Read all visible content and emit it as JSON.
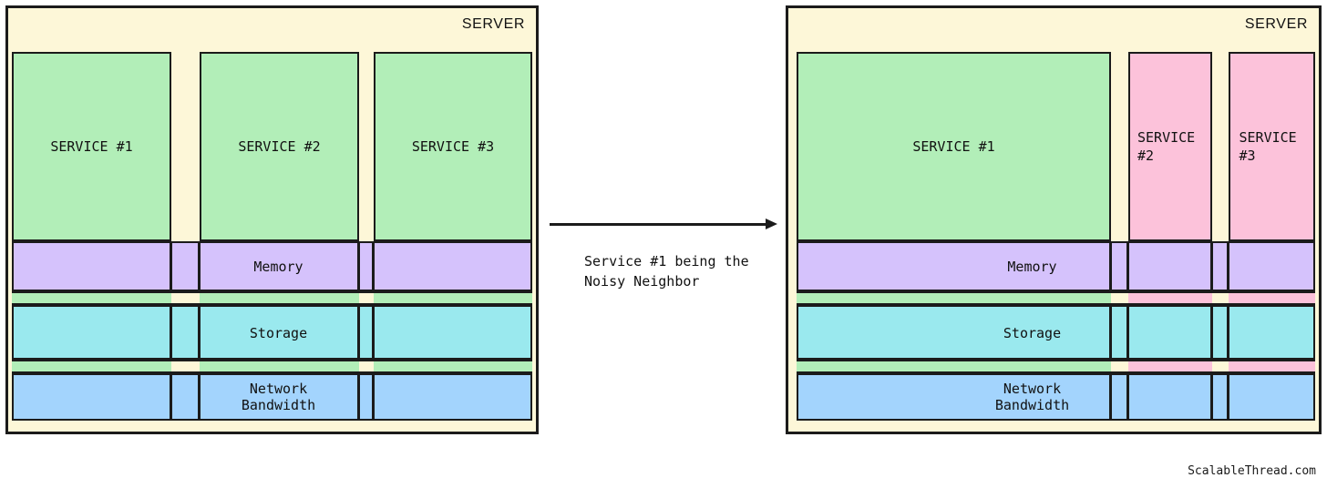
{
  "diagram": {
    "title_left": "SERVER",
    "title_right": "SERVER",
    "watermark": "ScalableThread.com",
    "transition": {
      "caption": "Service #1 being the\nNoisy Neighbor",
      "arrow": "right-arrow"
    },
    "resources": [
      {
        "key": "memory",
        "label": "Memory",
        "color": "#d5c2fc"
      },
      {
        "key": "storage",
        "label": "Storage",
        "color": "#9ae9ee"
      },
      {
        "key": "network",
        "label": "Network\nBandwidth",
        "color": "#a3d4fd"
      }
    ],
    "panels": [
      {
        "id": "before",
        "label": "SERVER",
        "services": [
          {
            "name": "SERVICE #1",
            "color": "#b2eeb8",
            "state": "normal",
            "share": "equal"
          },
          {
            "name": "SERVICE #2",
            "color": "#b2eeb8",
            "state": "normal",
            "share": "equal"
          },
          {
            "name": "SERVICE #3",
            "color": "#b2eeb8",
            "state": "normal",
            "share": "equal"
          }
        ]
      },
      {
        "id": "after",
        "label": "SERVER",
        "services": [
          {
            "name": "SERVICE #1",
            "color": "#b2eeb8",
            "state": "noisy-neighbor",
            "share": "dominant"
          },
          {
            "name": "SERVICE\n#2",
            "color": "#fcc2da",
            "state": "starved",
            "share": "small"
          },
          {
            "name": "SERVICE\n#3",
            "color": "#fcc2da",
            "state": "starved",
            "share": "small"
          }
        ]
      }
    ],
    "colors": {
      "server_background": "#fdf7d8",
      "outline": "#1b1b1b",
      "service_normal": "#b2eeb8",
      "service_starved": "#fcc2da",
      "memory": "#d5c2fc",
      "storage": "#9ae9ee",
      "network": "#a3d4fd",
      "page_background": "#ffffff"
    }
  }
}
